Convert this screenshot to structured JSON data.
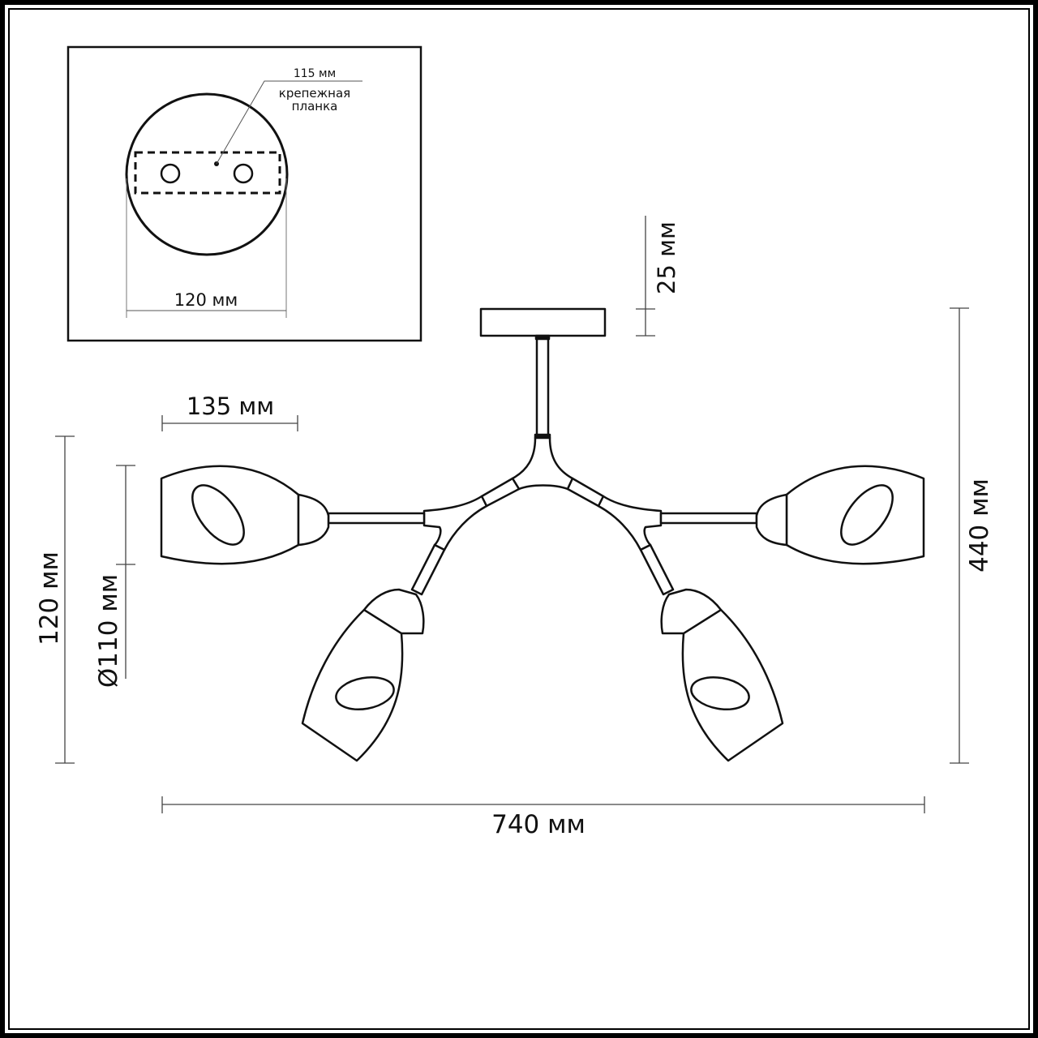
{
  "inset": {
    "bracket_length_label": "115 мм",
    "bracket_caption_line1": "крепежная",
    "bracket_caption_line2": "планка",
    "canopy_diameter_label": "120 мм"
  },
  "dimensions": {
    "canopy_height": "25 мм",
    "shade_length": "135 мм",
    "shade_height": "120 мм",
    "shade_diameter": "Ø110 мм",
    "total_height": "440 мм",
    "total_width": "740 мм"
  },
  "colors": {
    "line": "#111111",
    "dimension_line": "#555555",
    "background": "#ffffff"
  }
}
